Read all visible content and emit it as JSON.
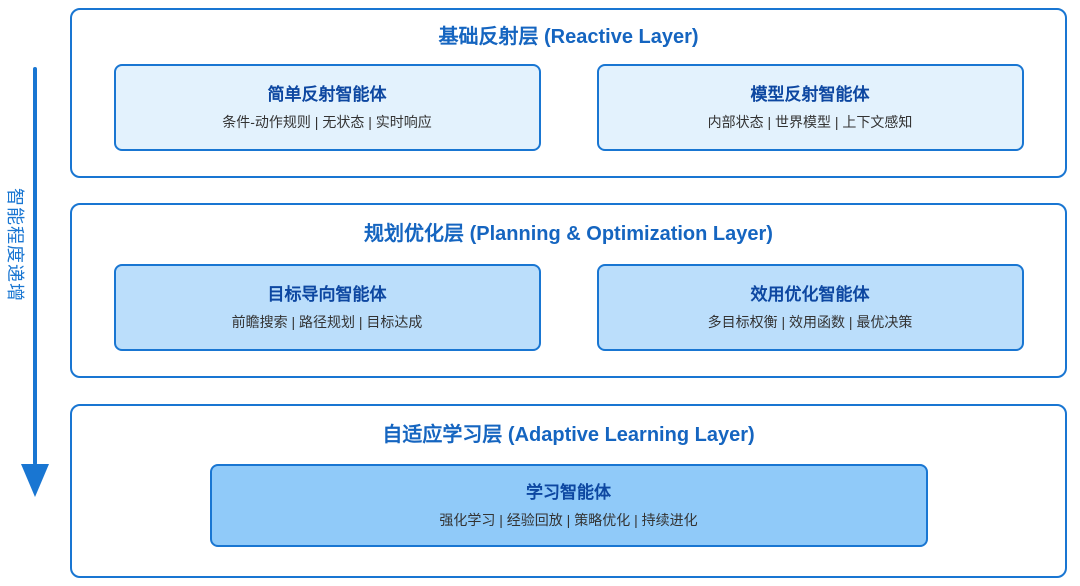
{
  "axis": {
    "label": "智能程度递增",
    "direction": "down"
  },
  "colors": {
    "border_blue": "#1976D2",
    "arrow_blue": "#1976D2",
    "layer_title_blue": "#1565C0",
    "agent_title_blue": "#0D47A1",
    "feature_text_gray": "#333333",
    "layer1_fill": "#E3F2FD",
    "layer2_fill": "#BBDEFB",
    "layer3_fill": "#90CAF9",
    "panel_background": "#FFFFFF"
  },
  "layers": [
    {
      "title": "基础反射层 (Reactive Layer)",
      "fill": "#E3F2FD",
      "agents": [
        {
          "name": "简单反射智能体",
          "features": "条件-动作规则 | 无状态 | 实时响应"
        },
        {
          "name": "模型反射智能体",
          "features": "内部状态 | 世界模型 | 上下文感知"
        }
      ]
    },
    {
      "title": "规划优化层 (Planning & Optimization Layer)",
      "fill": "#BBDEFB",
      "agents": [
        {
          "name": "目标导向智能体",
          "features": "前瞻搜索 | 路径规划 | 目标达成"
        },
        {
          "name": "效用优化智能体",
          "features": "多目标权衡 | 效用函数 | 最优决策"
        }
      ]
    },
    {
      "title": "自适应学习层 (Adaptive Learning Layer)",
      "fill": "#90CAF9",
      "agents": [
        {
          "name": "学习智能体",
          "features": "强化学习 | 经验回放 | 策略优化 | 持续进化"
        }
      ]
    }
  ]
}
